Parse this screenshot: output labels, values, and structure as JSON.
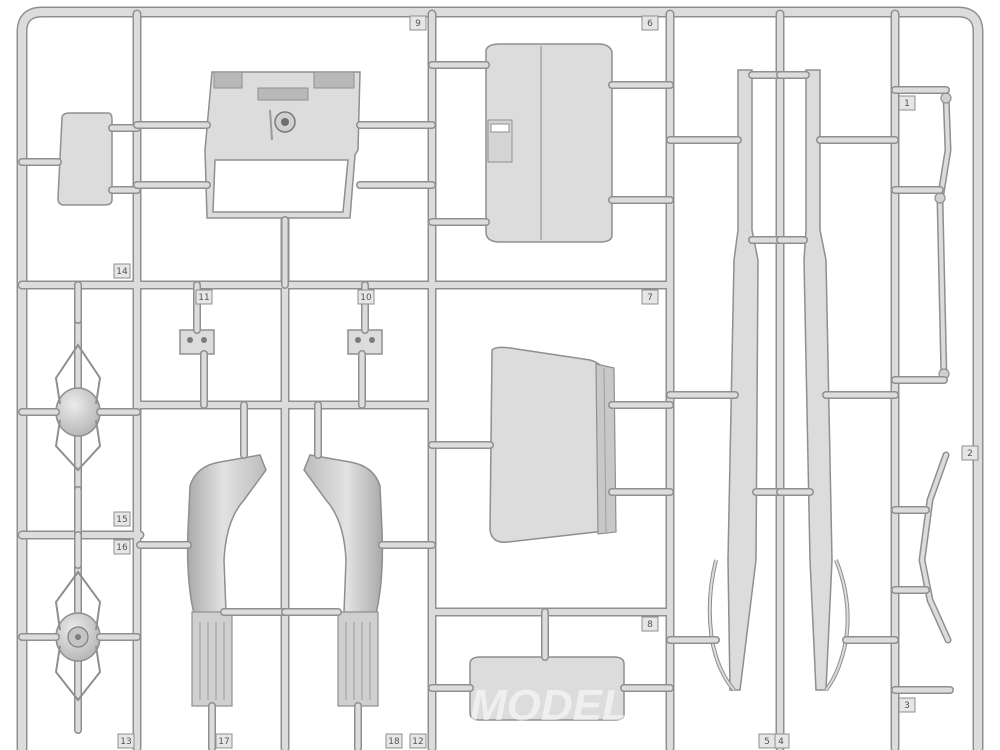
{
  "sprue": {
    "colors": {
      "plastic": "#dcdcdc",
      "plastic_light": "#e6e6e6",
      "plastic_shadow": "#b9b9b9",
      "outline": "#8f8f8f",
      "background": "#ffffff",
      "watermark": "#ffffff"
    },
    "part_numbers": [
      "1",
      "2",
      "3",
      "4",
      "5",
      "6",
      "7",
      "8",
      "9",
      "10",
      "11",
      "12",
      "13",
      "14",
      "15",
      "16",
      "17",
      "18"
    ],
    "watermark": {
      "text": "MODEL"
    }
  }
}
